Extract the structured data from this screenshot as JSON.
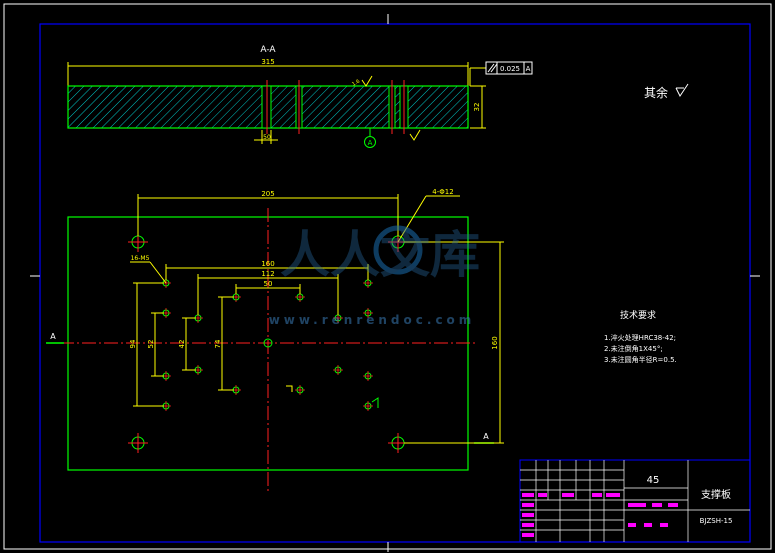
{
  "section": {
    "title": "A-A",
    "overall_width": "315",
    "thickness": "32",
    "flatness": "0.025",
    "datum": "A",
    "small_dim": "50",
    "roughness_mark": "1.6"
  },
  "plan": {
    "width_dim": "205",
    "hole_callout_top": "4-Φ12",
    "hole_callout_left": "16-M5",
    "dim_160": "160",
    "dim_112": "112",
    "dim_50": "50",
    "dim_v_94": "94",
    "dim_v_52": "52",
    "dim_v_42": "42",
    "dim_v_74": "74",
    "dim_v_160": "160",
    "section_label_left": "A",
    "section_label_right": "A"
  },
  "notes": {
    "rest_roughness": "其余",
    "heading": "技术要求",
    "items": [
      "1.淬火处理HRC38-42;",
      "2.未注倒角1X45°;",
      "3.未注圆角半径R=0.5."
    ]
  },
  "title_block": {
    "material": "45",
    "part_name": "支撑板",
    "drawing_number": "BJZSH-15"
  },
  "watermark": {
    "brand": "人人文库",
    "url": "www.renrendoc.com"
  },
  "colors": {
    "background": "#000000",
    "part_outline": "#00ff00",
    "dimension": "#ffff00",
    "center_line": "#ff2020",
    "frame": "#0000ff",
    "title_block_text": "#ff00ff",
    "text": "#ffffff"
  }
}
